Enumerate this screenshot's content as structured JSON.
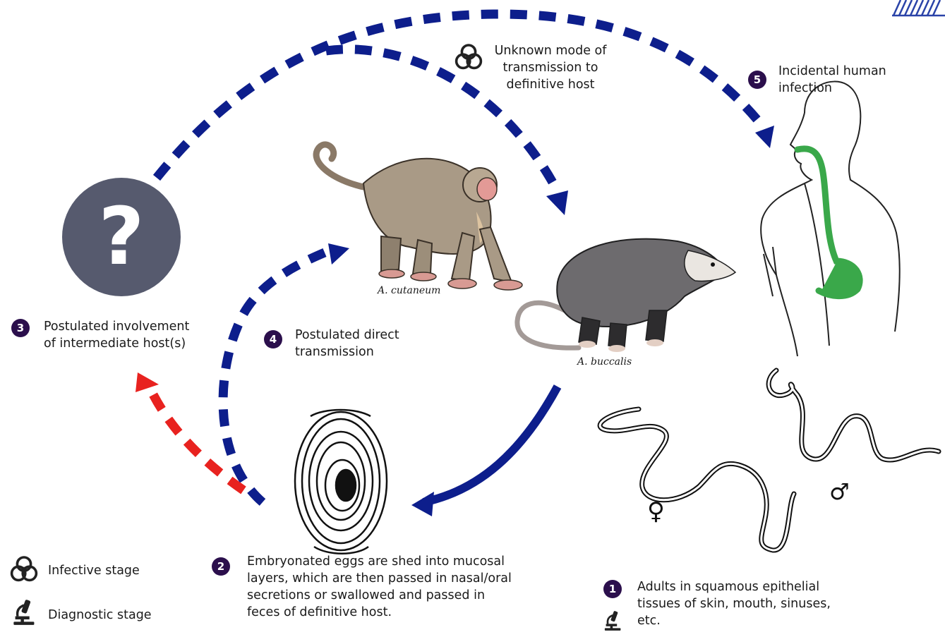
{
  "colors": {
    "arrow_blue": "#0d1e8c",
    "arrow_red": "#e8221f",
    "step_badge": "#2b0f4c",
    "question_circle": "#565a6e",
    "gut_green": "#3aa84a"
  },
  "unknown_mode": {
    "icon": "biohazard-icon",
    "lines": [
      "Unknown mode of",
      "transmission to",
      "definitive host"
    ]
  },
  "step5": {
    "number": "5",
    "lines": [
      "Incidental human",
      "infection"
    ]
  },
  "step3": {
    "number": "3",
    "lines": [
      "Postulated involvement",
      "of intermediate host(s)"
    ]
  },
  "step4": {
    "number": "4",
    "lines": [
      "Postulated direct",
      "transmission"
    ]
  },
  "step2": {
    "number": "2",
    "lines": [
      "Embryonated eggs are shed into mucosal",
      "layers, which are then passed in nasal/oral",
      "secretions or swallowed and passed in",
      "feces of definitive host."
    ]
  },
  "step1": {
    "number": "1",
    "lines": [
      "Adults in squamous epithelial",
      "tissues of skin, mouth, sinuses,",
      "etc."
    ],
    "icon": "microscope-icon"
  },
  "hosts": {
    "monkey_label": "A. cutaneum",
    "opossum_label": "A. buccalis"
  },
  "question_mark": "?",
  "sex_symbols": {
    "female": "♀",
    "male": "♂"
  },
  "legend": {
    "infective": {
      "icon": "biohazard-icon",
      "label": "Infective stage"
    },
    "diagnostic": {
      "icon": "microscope-icon",
      "label": "Diagnostic stage"
    }
  }
}
